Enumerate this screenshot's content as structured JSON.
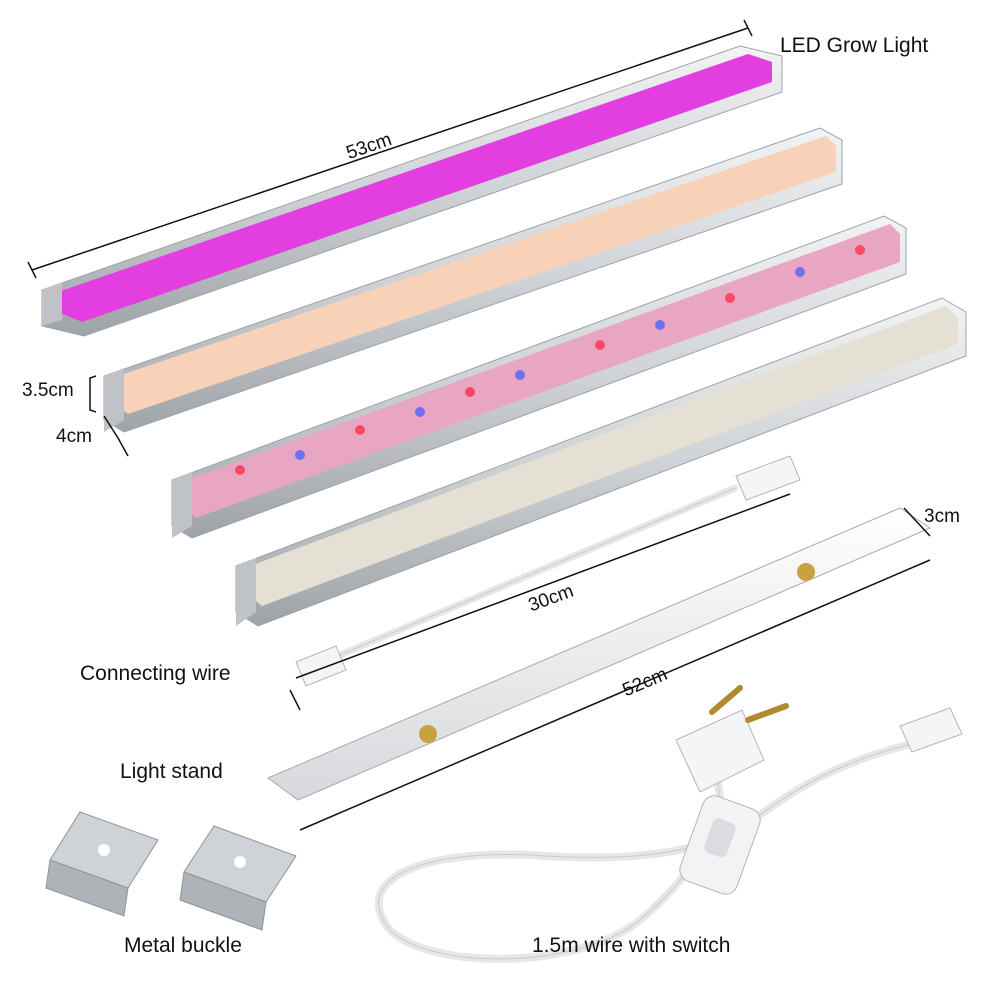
{
  "labels": {
    "grow_light": "LED Grow Light",
    "connecting_wire": "Connecting wire",
    "light_stand": "Light stand",
    "metal_buckle": "Metal buckle",
    "wire_switch": "1.5m wire with switch"
  },
  "dimensions": {
    "bar_length": "53cm",
    "bar_height": "3.5cm",
    "bar_depth": "4cm",
    "wire_length": "30cm",
    "stand_length": "52cm",
    "stand_width": "3cm"
  },
  "lights": [
    {
      "spectrum": "purple",
      "color": "#e23ee0"
    },
    {
      "spectrum": "warm-white",
      "color": "#f7d2b8"
    },
    {
      "spectrum": "full-spectrum",
      "color": "#e8a6c2"
    },
    {
      "spectrum": "white",
      "color": "#e4e0d4"
    }
  ],
  "colors": {
    "aluminum": "#cfd2d6",
    "aluminum_dark": "#a7abb0",
    "dimension_line": "#111111"
  }
}
